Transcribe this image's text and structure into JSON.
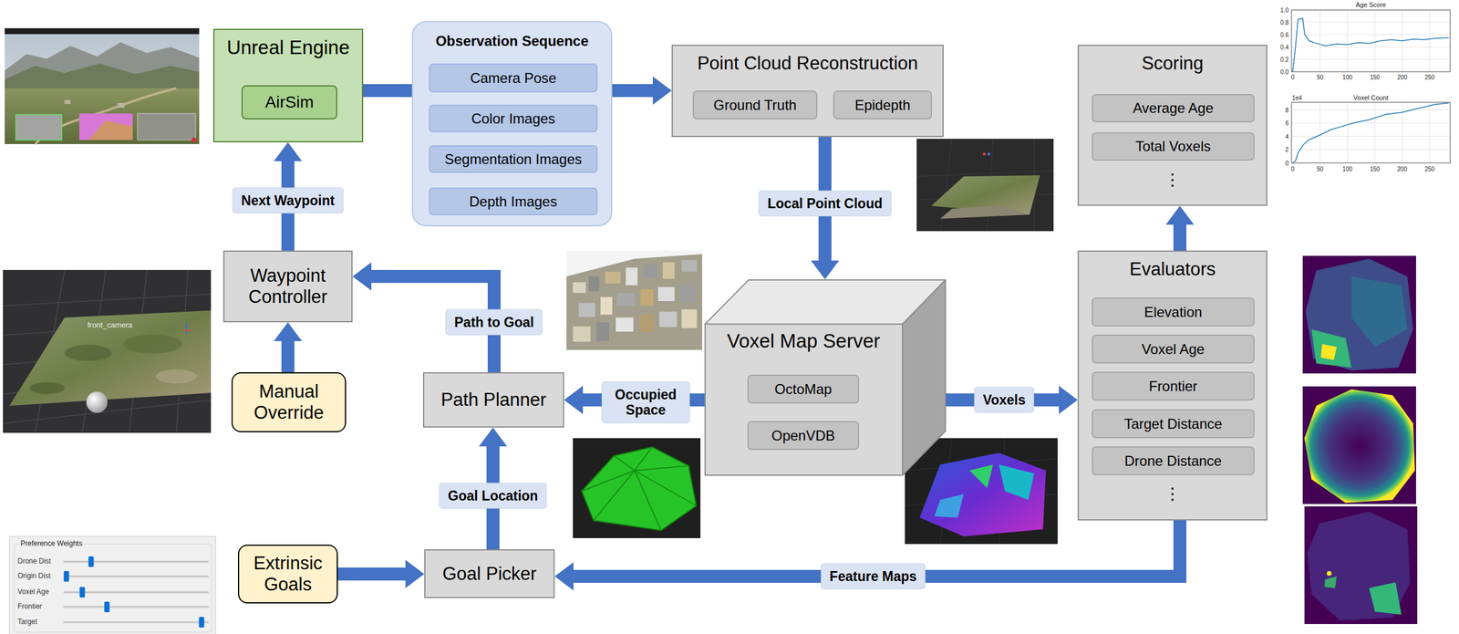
{
  "diagram": {
    "nodes": [
      {
        "text": [
          "Unreal Engine"
        ]
      },
      {
        "text": [
          "AirSim"
        ],
        "in": 0
      },
      {
        "text": [
          "Observation Sequence"
        ]
      },
      {
        "text": [
          "Camera Pose"
        ],
        "in": 2
      },
      {
        "text": [
          "Color Images"
        ],
        "in": 2
      },
      {
        "text": [
          "Segmentation Images"
        ],
        "in": 2
      },
      {
        "text": [
          "Depth Images"
        ],
        "in": 2
      },
      {
        "text": [
          "Point Cloud Reconstruction"
        ]
      },
      {
        "text": [
          "Ground Truth"
        ],
        "in": 7
      },
      {
        "text": [
          "Epidepth"
        ],
        "in": 7
      },
      {
        "text": [
          "Scoring",
          "⋮"
        ]
      },
      {
        "text": [
          "Average Age"
        ],
        "in": 10
      },
      {
        "text": [
          "Total Voxels"
        ],
        "in": 10
      },
      {
        "text": [
          "Waypoint Controller"
        ]
      },
      {
        "text": [
          "Voxel Map Server"
        ]
      },
      {
        "text": [
          "OctoMap"
        ],
        "in": 14
      },
      {
        "text": [
          "OpenVDB"
        ],
        "in": 14
      },
      {
        "text": [
          "Evaluators",
          "⋮"
        ]
      },
      {
        "text": [
          "Elevation"
        ],
        "in": 17
      },
      {
        "text": [
          "Voxel Age"
        ],
        "in": 17
      },
      {
        "text": [
          "Frontier"
        ],
        "in": 17
      },
      {
        "text": [
          "Target Distance"
        ],
        "in": 17
      },
      {
        "text": [
          "Drone Distance"
        ],
        "in": 17
      },
      {
        "text": [
          "Manual Override"
        ]
      },
      {
        "text": [
          "Path Planner"
        ]
      },
      {
        "text": [
          "Extrinsic Goals"
        ]
      },
      {
        "text": [
          "Goal Picker"
        ]
      }
    ],
    "edges": [
      {
        "from": 0,
        "to": 2,
        "arrow": "none"
      },
      {
        "from": 2,
        "to": 7,
        "arrow": "to"
      },
      {
        "from": 7,
        "to": 14,
        "label": "Local Point Cloud",
        "arrow": "to"
      },
      {
        "from": 14,
        "to": 17,
        "label": "Voxels",
        "arrow": "to"
      },
      {
        "from": 14,
        "to": 24,
        "label": "Occupied Space",
        "arrow": "to"
      },
      {
        "from": 24,
        "to": 13,
        "label": "Path to Goal",
        "arrow": "to"
      },
      {
        "from": 13,
        "to": 0,
        "label": "Next Waypoint",
        "arrow": "to"
      },
      {
        "from": 23,
        "to": 13,
        "arrow": "to"
      },
      {
        "from": 26,
        "to": 24,
        "label": "Goal Location",
        "arrow": "to"
      },
      {
        "from": 25,
        "to": 26,
        "arrow": "to"
      },
      {
        "from": 17,
        "to": 26,
        "label": "Feature Maps",
        "arrow": "to"
      },
      {
        "from": 17,
        "to": 10,
        "arrow": "to"
      }
    ],
    "labels": [
      "front_camera",
      "Age Score",
      "1.0",
      "0.8",
      "0.6",
      "0.4",
      "0.2",
      "0.0",
      "0",
      "50",
      "100",
      "150",
      "200",
      "250",
      "Voxel Count",
      "1e4",
      "8",
      "6",
      "4",
      "2",
      "0",
      "0",
      "50",
      "100",
      "150",
      "200",
      "250",
      "Preference Weights",
      "Drone Dist",
      "Origin Dist",
      "Voxel Age",
      "Frontier",
      "Target"
    ]
  }
}
